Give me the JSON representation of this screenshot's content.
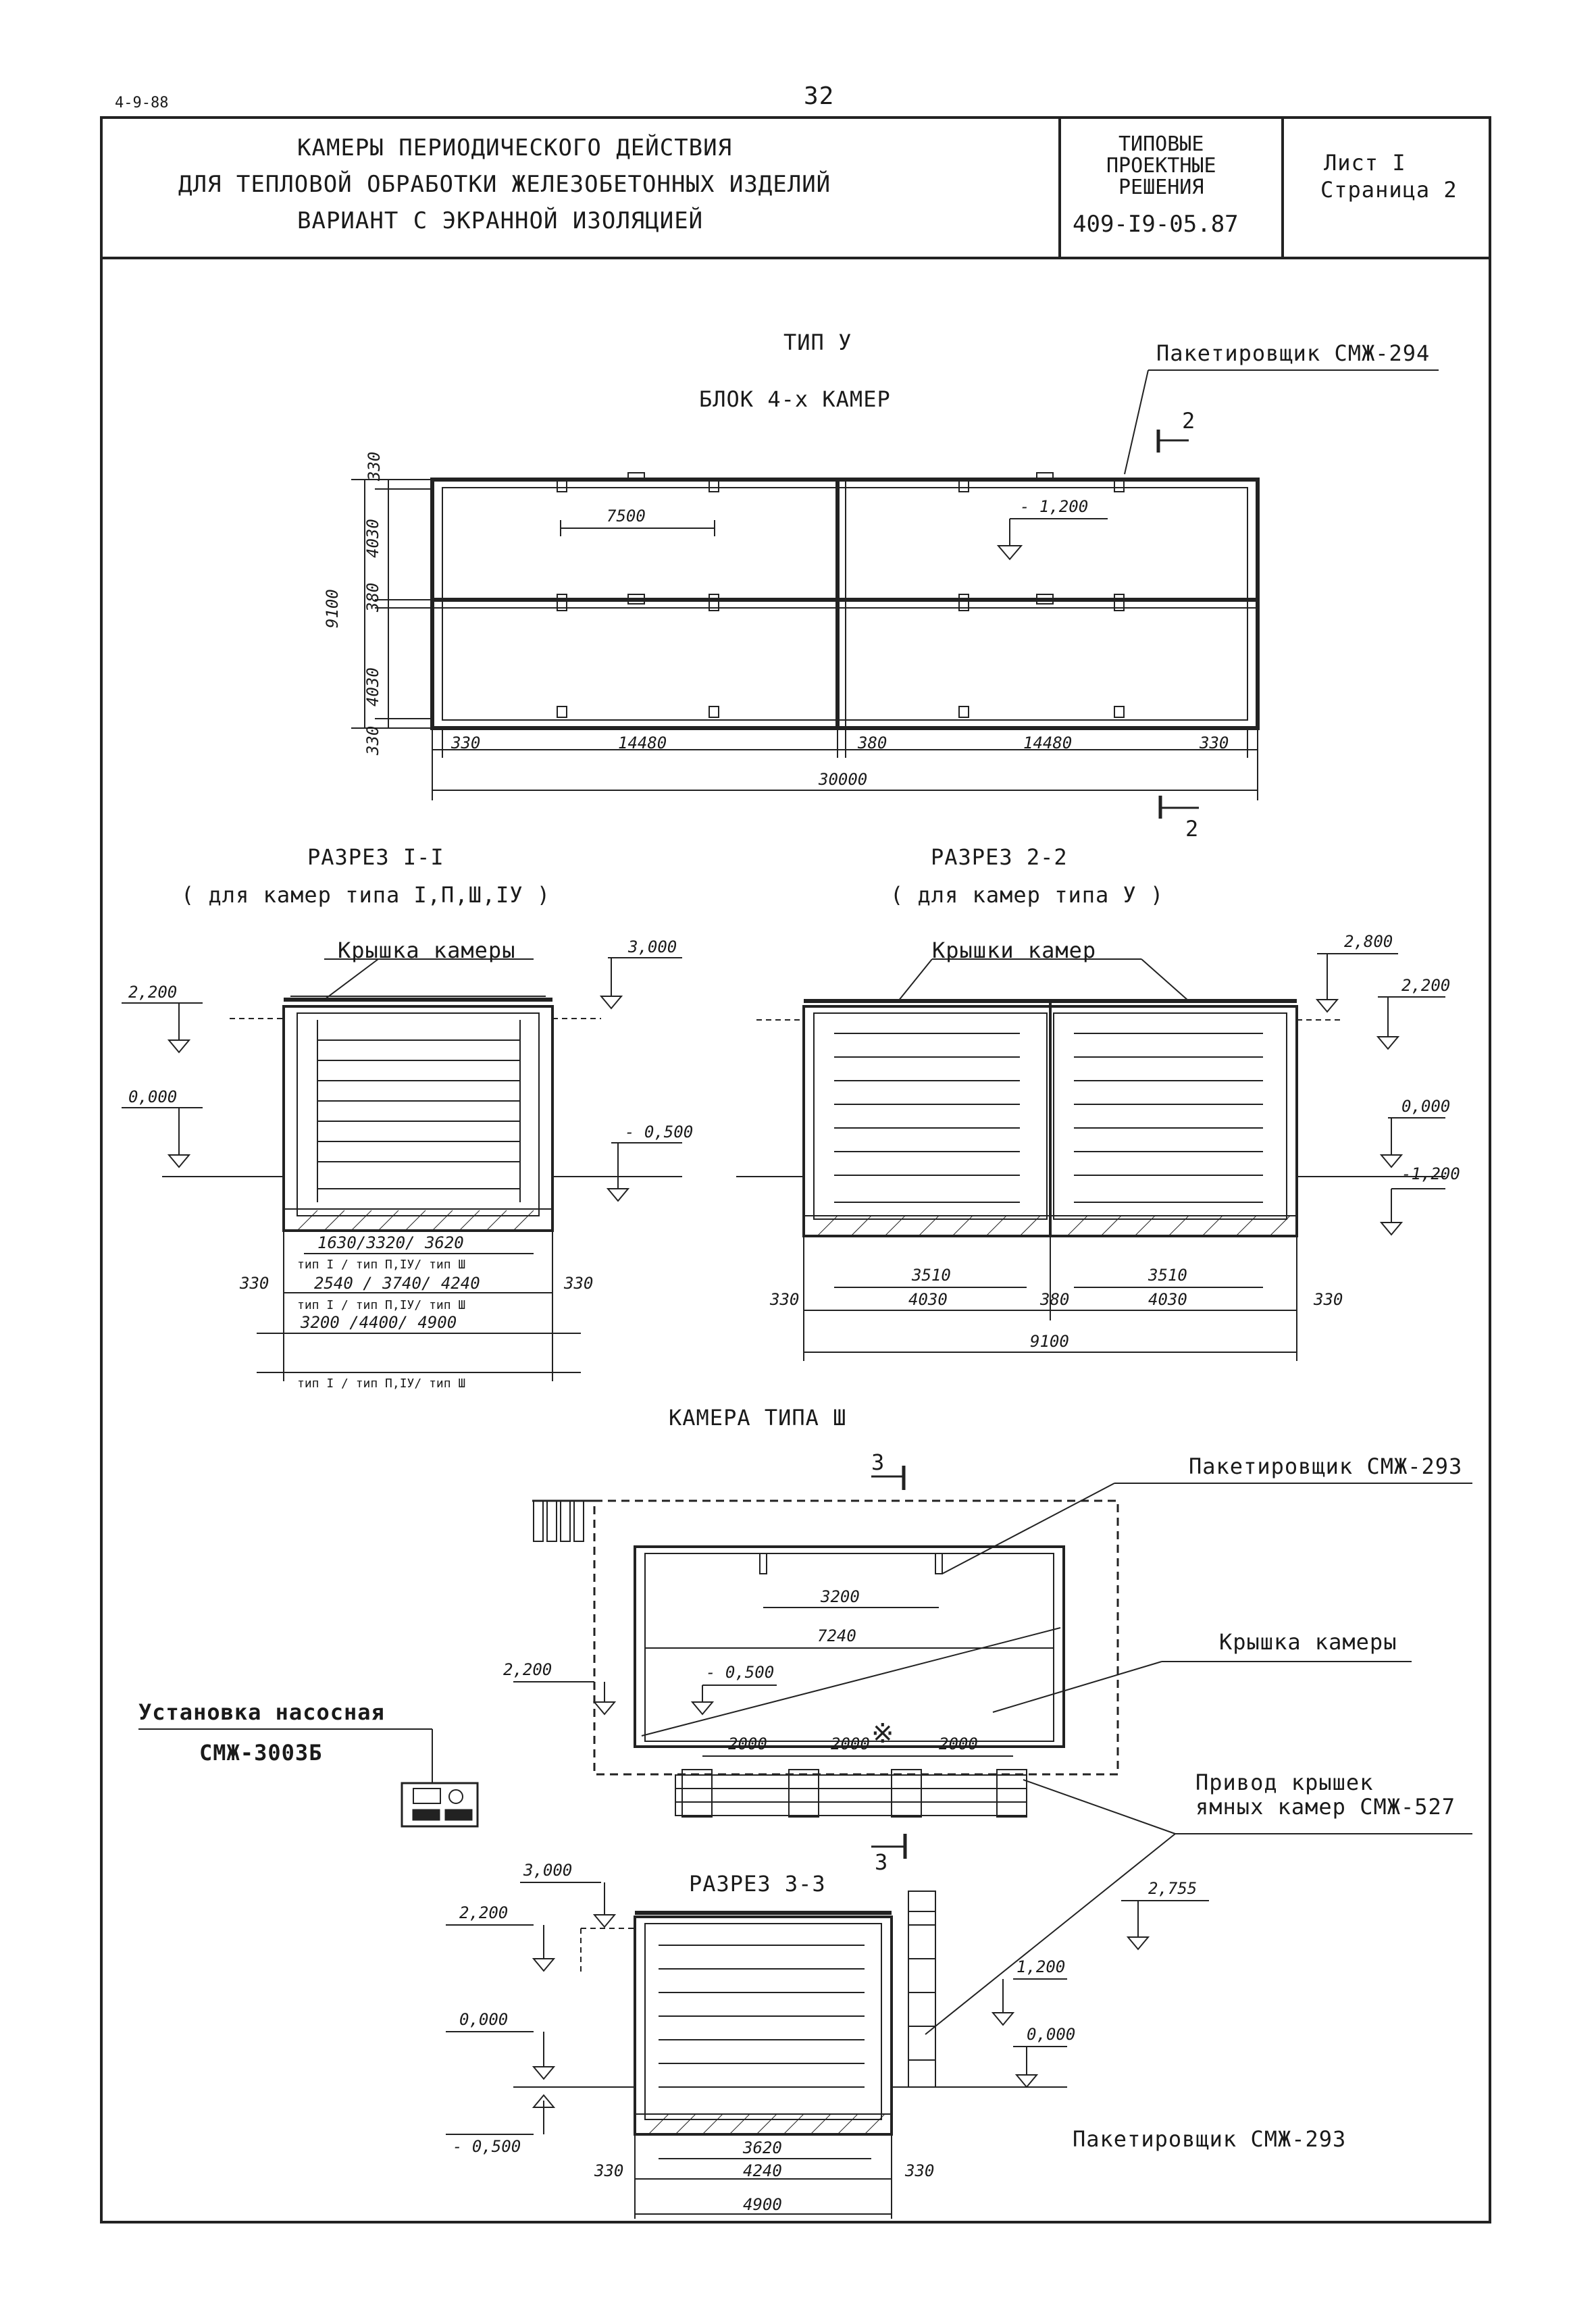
{
  "sheet": {
    "doc_code": "4-9-88",
    "page_number": "32",
    "title_lines": [
      "КАМЕРЫ ПЕРИОДИЧЕСКОГО ДЕЙСТВИЯ",
      "ДЛЯ ТЕПЛОВОЙ ОБРАБОТКИ ЖЕЛЕЗОБЕТОННЫХ ИЗДЕЛИЙ",
      "ВАРИАНТ С ЭКРАННОЙ ИЗОЛЯЦИЕЙ"
    ],
    "series_lines": [
      "ТИПОВЫЕ",
      "ПРОЕКТНЫЕ",
      "РЕШЕНИЯ"
    ],
    "series_code": "409-I9-05.87",
    "sheet_label": "Лист I",
    "page_label": "Страница 2"
  },
  "plan_top": {
    "type_title": "ТИП У",
    "block_title": "БЛОК 4-х КАМЕР",
    "packer_label": "Пакетировщик СМЖ-294",
    "section_mark": "2",
    "level": "- 1,200",
    "dims": {
      "inner_span": "7500",
      "wall_top": "330",
      "cell_a": "4030",
      "mid_wall": "380",
      "cell_b": "4030",
      "wall_bottom": "330",
      "total_height": "9100",
      "left_wall": "330",
      "span_left": "14480",
      "center_wall": "380",
      "span_right": "14480",
      "right_wall": "330",
      "total_length": "30000"
    }
  },
  "section_1": {
    "title": "РАЗРЕЗ I-I",
    "subtitle": "( для камер типа I,П,Ш,IУ )",
    "lid_label": "Крышка камеры",
    "levels": [
      "2,200",
      "0,000",
      "3,000",
      "- 0,500"
    ],
    "dims": {
      "inner": "1630/3320/ 3620",
      "inner_types": "тип I / тип П,IУ/ тип Ш",
      "mid": "2540 / 3740/  4240",
      "mid_types": "тип I / тип П,IУ/ тип Ш",
      "outer": "3200 /4400/  4900",
      "outer_types": "тип I / тип П,IУ/ тип Ш",
      "left_wall": "330",
      "right_wall": "330"
    }
  },
  "section_2": {
    "title": "РАЗРЕЗ 2-2",
    "subtitle": "( для камер типа У )",
    "lid_label": "Крышки камер",
    "levels": [
      "2,800",
      "2,200",
      "0,000",
      "-1,200"
    ],
    "dims": {
      "inner_left": "3510",
      "inner_right": "3510",
      "cell_left": "4030",
      "cell_right": "4030",
      "left_wall": "330",
      "mid_wall": "380",
      "right_wall": "330",
      "total": "9100"
    }
  },
  "camera_3": {
    "title": "КАМЕРА ТИПА Ш",
    "section_mark": "3",
    "packer_label": "Пакетировщик СМЖ-293",
    "lid_label": "Крышка камеры",
    "pump_label_1": "Установка насосная",
    "pump_label_2": "СМЖ-3003Б",
    "drive_label_1": "Привод крышек",
    "drive_label_2": "ямных камер СМЖ-527",
    "levels": [
      "2,200",
      "- 0,500"
    ],
    "dims": {
      "inner": "3200",
      "span": "7240",
      "seg1": "2000",
      "seg2": "2000",
      "seg3": "2000"
    }
  },
  "section_3": {
    "title": "РАЗРЕЗ 3-3",
    "packer_label": "Пакетировщик СМЖ-293",
    "levels": [
      "3,000",
      "2,200",
      "0,000",
      "- 0,500",
      "2,755",
      "1,200",
      "0,000"
    ],
    "dims": {
      "inner": "3620",
      "mid": "4240",
      "total": "4900",
      "left_wall": "330",
      "right_wall": "330"
    }
  }
}
